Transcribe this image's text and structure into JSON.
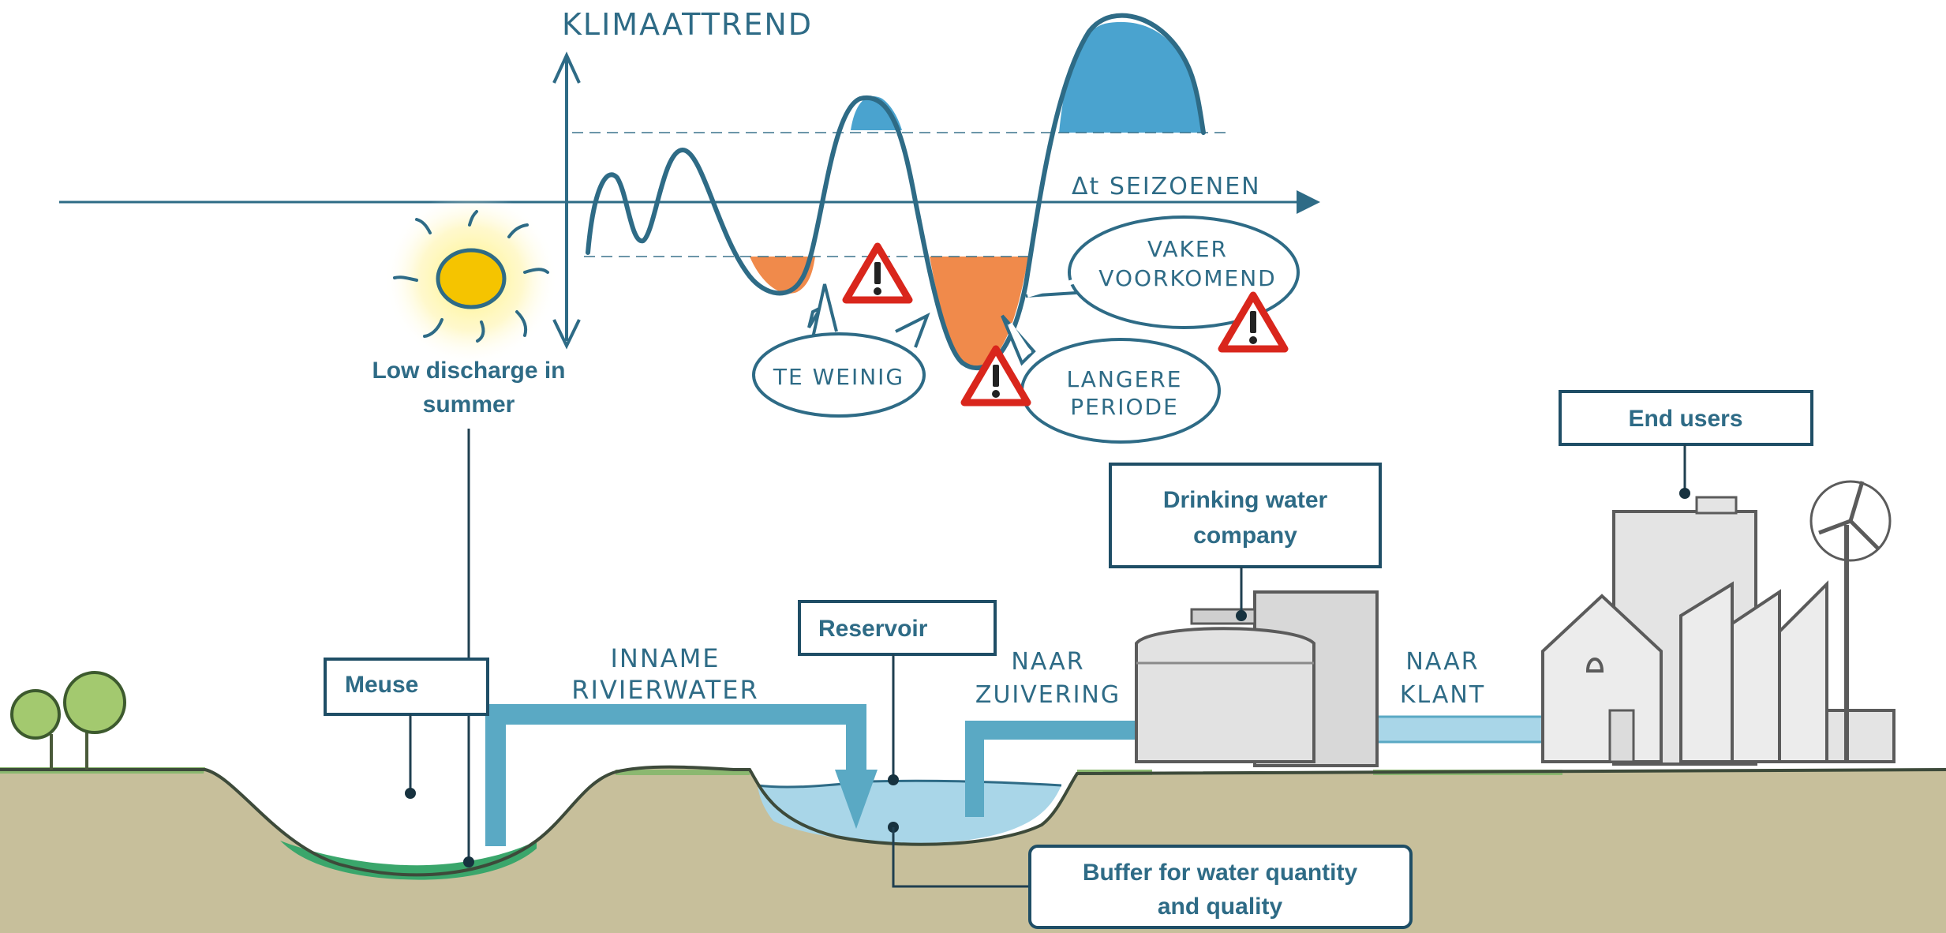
{
  "diagram": {
    "chart_title": "KLIMAATTREND",
    "time_axis_label": "Δt SEIZOENEN",
    "bubbles": {
      "too_little": "TE WEINIG",
      "more_frequent_line1": "VAKER",
      "more_frequent_line2": "VOORKOMEND",
      "longer_period_line1": "LANGERE",
      "longer_period_line2": "PERIODE"
    },
    "flow_labels": {
      "intake_line1": "INNAME",
      "intake_line2": "RIVIERWATER",
      "to_treatment_line1": "NAAR",
      "to_treatment_line2": "ZUIVERING",
      "to_customer_line1": "NAAR",
      "to_customer_line2": "KLANT"
    },
    "callouts": {
      "low_discharge_line1": "Low discharge in",
      "low_discharge_line2": "summer",
      "meuse": "Meuse",
      "reservoir": "Reservoir",
      "buffer_line1": "Buffer for water quantity",
      "buffer_line2": "and quality",
      "drinking_line1": "Drinking water",
      "drinking_line2": "company",
      "end_users": "End users"
    },
    "colors": {
      "text_blue": "#2e6b86",
      "water_green": "#3aa66b",
      "reservoir_water": "#a9d6e8",
      "ground": "#c7bf9b",
      "grass": "#8bb870",
      "pipe_blue": "#5aa9c4",
      "surplus_blue": "#4aa3cf",
      "deficit_orange": "#f08a4b",
      "warning_red": "#d9261c"
    },
    "icons": [
      "sun-icon",
      "warning-icon",
      "tree-icon",
      "wind-turbine-icon",
      "factory-icon",
      "house-icon",
      "water-tank-icon"
    ]
  }
}
